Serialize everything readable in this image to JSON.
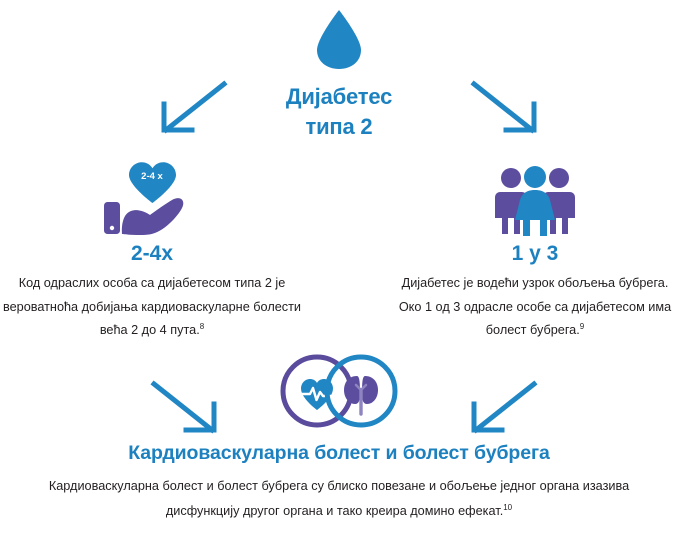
{
  "colors": {
    "blue": "#1d81c0",
    "blue_icon": "#2186c4",
    "purple": "#5c4d9e",
    "purple_ring": "#5b4b9c",
    "text": "#231f20",
    "background": "#ffffff"
  },
  "top": {
    "icon": "blood-drop-icon",
    "title_line1": "Дијабетес",
    "title_line2": "типа 2"
  },
  "arrows": [
    {
      "name": "arrow-top-left",
      "direction": "down-left"
    },
    {
      "name": "arrow-top-right",
      "direction": "down-right"
    },
    {
      "name": "arrow-bottom-left",
      "direction": "down-right"
    },
    {
      "name": "arrow-bottom-right",
      "direction": "down-left"
    }
  ],
  "left_node": {
    "icon": "heart-in-hand-icon",
    "icon_badge": "2-4 x",
    "stat": "2-4x",
    "text": "Код одраслих особа са дијабетесом типа 2 је вероватноћа добијања кардиоваскуларне болести већа 2 до 4 пута.",
    "footnote": "8"
  },
  "right_node": {
    "icon": "three-people-icon",
    "stat": "1 у 3",
    "text": "Дијабетес је водећи узрок обољења бубрега. Око 1 од 3 одрасле особе са дијабетесом има болест бубрега.",
    "footnote": "9"
  },
  "bottom_node": {
    "icon_left": "heart-ecg-circle-icon",
    "icon_right": "kidneys-circle-icon",
    "title": "Кардиоваскуларна болест и болест бубрега",
    "text": "Кардиоваскуларна болест и болест бубрега су блиско повезане и обољење једног органа изазива дисфункцију другог органа и тако креира домино ефекат.",
    "footnote": "10"
  }
}
